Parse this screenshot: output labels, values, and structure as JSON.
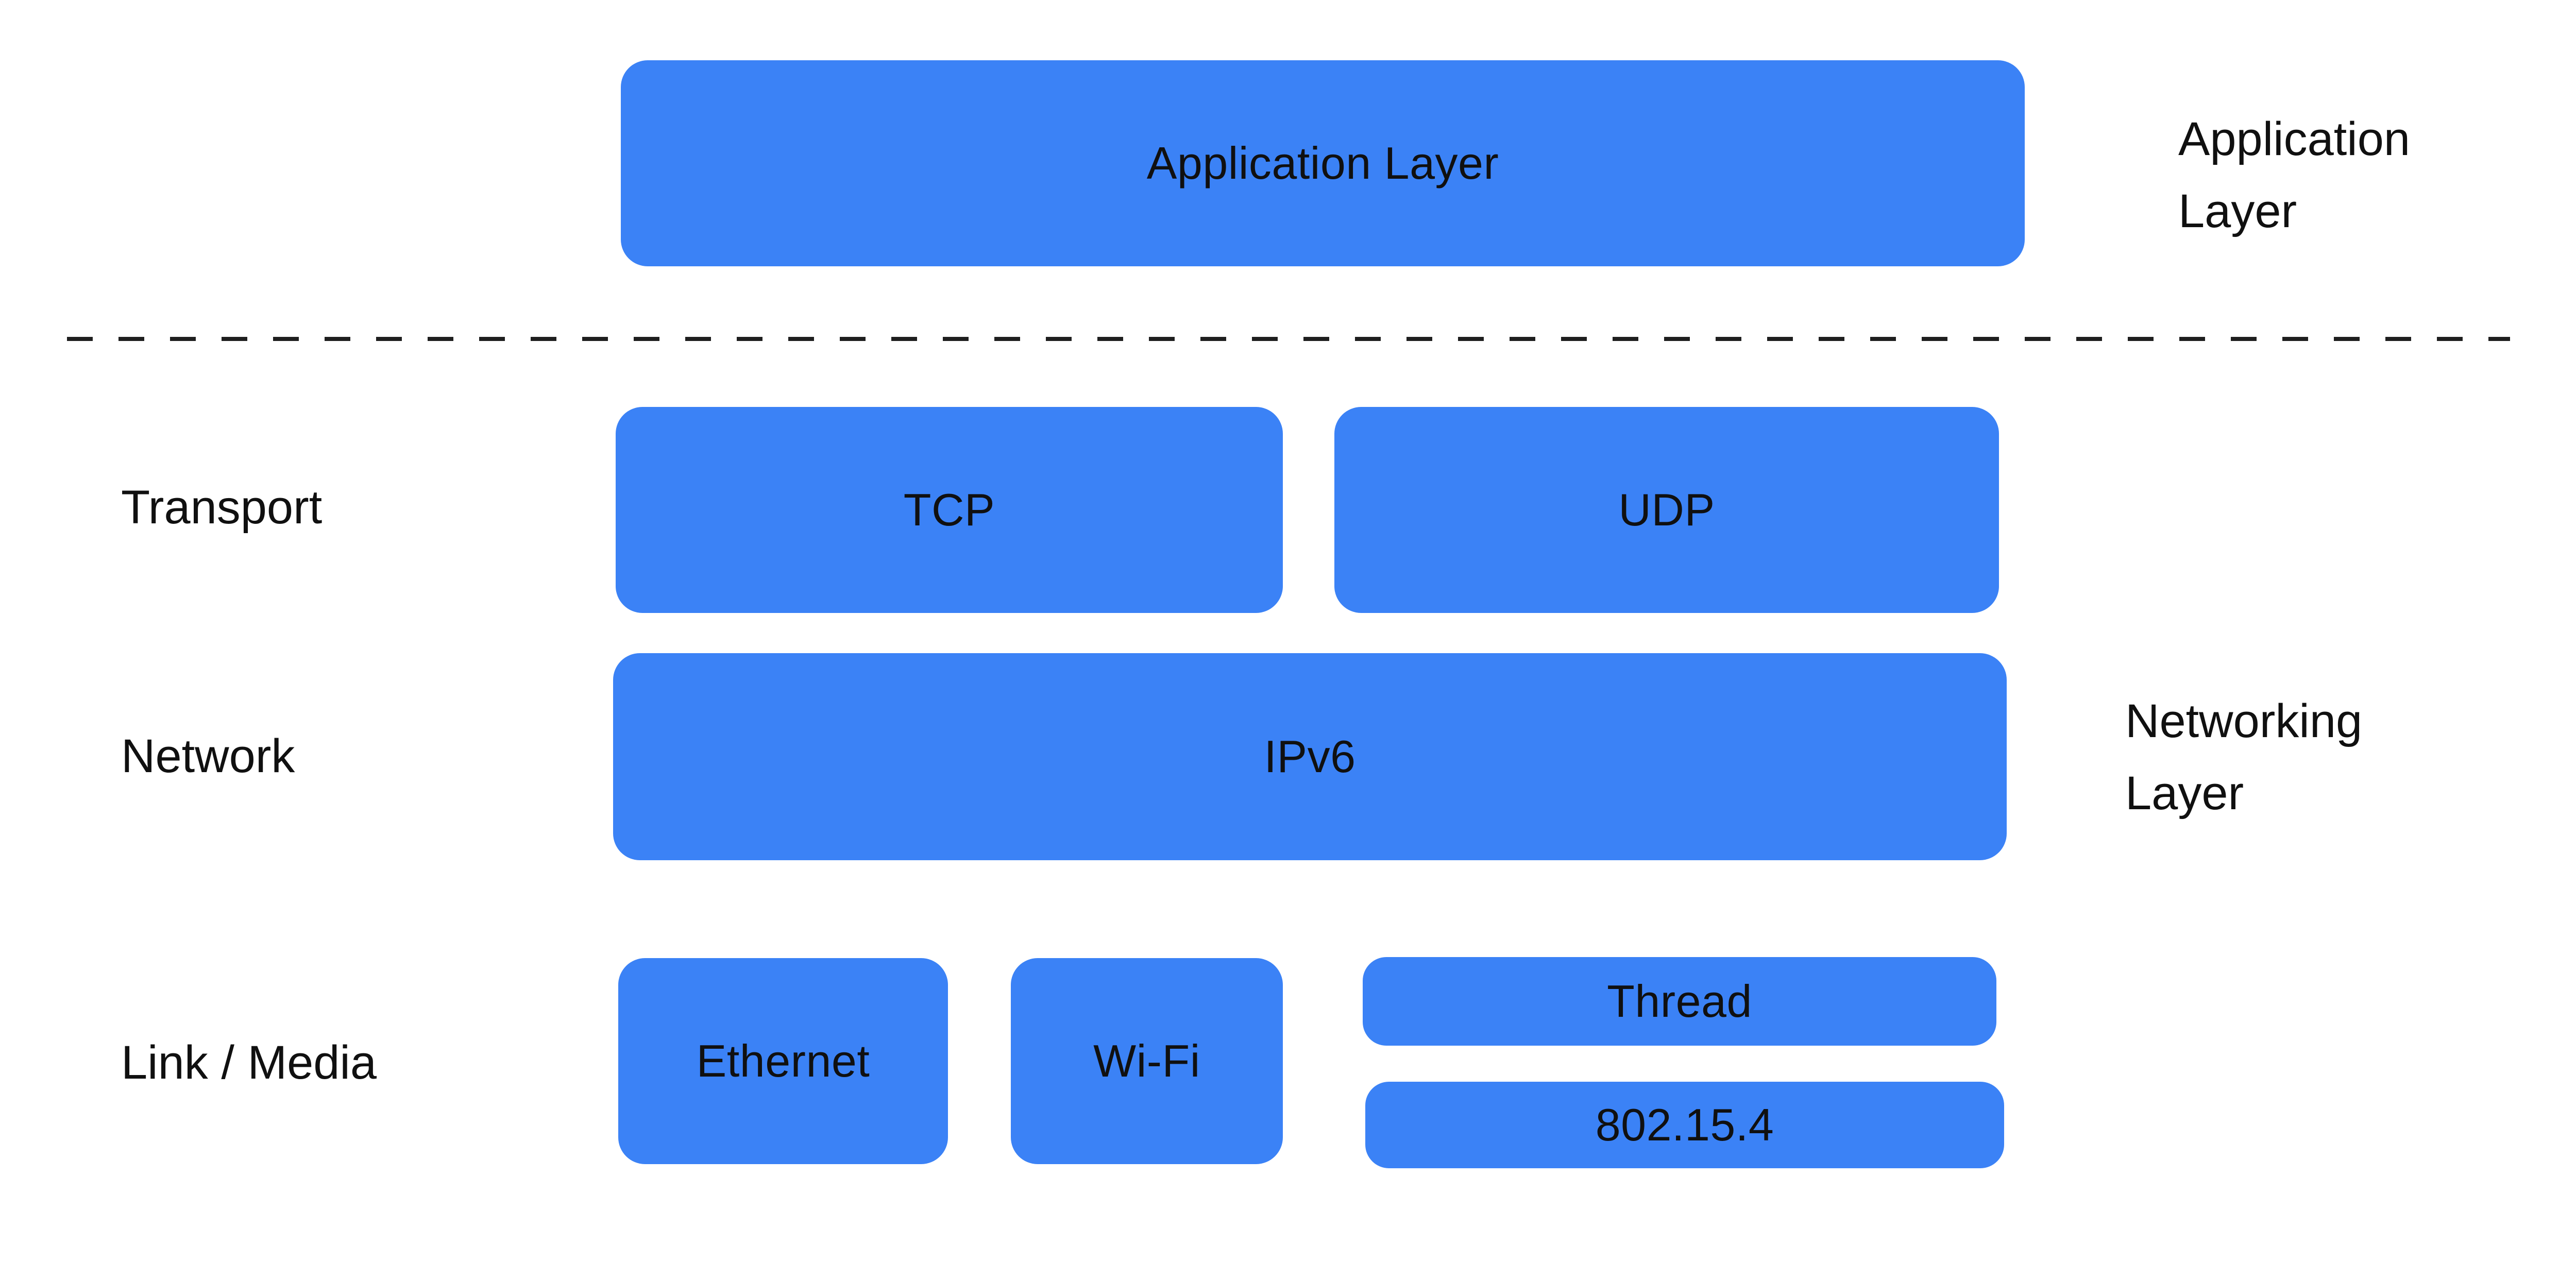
{
  "colors": {
    "box_blue": "#3B82F6",
    "dash_color": "#1f1f1f",
    "text_color": "#101010",
    "background": "#ffffff"
  },
  "boxes": {
    "application": "Application Layer",
    "tcp": "TCP",
    "udp": "UDP",
    "ipv6": "IPv6",
    "ethernet": "Ethernet",
    "wifi": "Wi-Fi",
    "thread": "Thread",
    "ieee802154": "802.15.4"
  },
  "row_labels": {
    "transport": "Transport",
    "network": "Network",
    "link_media": "Link / Media"
  },
  "side_labels": {
    "application": {
      "line1": "Application",
      "line2": "Layer"
    },
    "networking": {
      "line1": "Networking",
      "line2": "Layer"
    }
  }
}
